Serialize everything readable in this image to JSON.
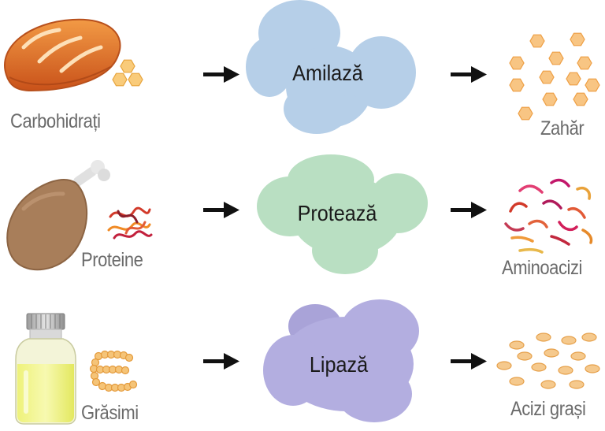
{
  "rows": [
    {
      "food": "Carbohidrați",
      "enzyme": "Amilază",
      "product": "Zahăr"
    },
    {
      "food": "Proteine",
      "enzyme": "Protează",
      "product": "Aminoacizi"
    },
    {
      "food": "Grăsimi",
      "enzyme": "Lipază",
      "product": "Acizi grași"
    }
  ],
  "colors": {
    "amylase": "#b6cfe8",
    "protease": "#b9dfc2",
    "lipase": "#b3aee0",
    "sugar": "#f6b46b",
    "fat": "#f4c68a",
    "arrow": "#111111",
    "label": "#6b6b6b"
  }
}
